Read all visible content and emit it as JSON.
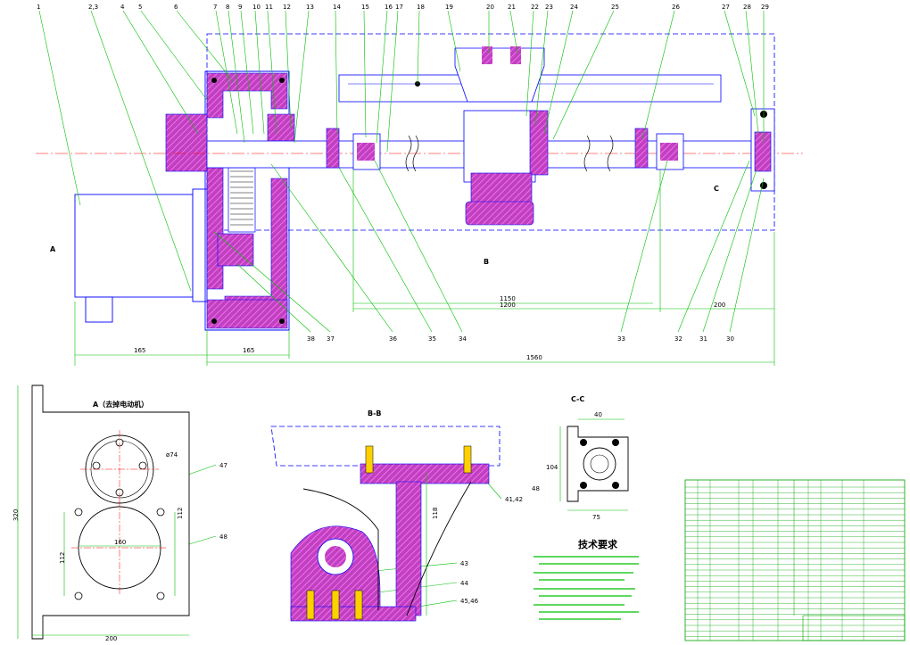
{
  "callouts": [
    "1",
    "2,3",
    "4",
    "5",
    "6",
    "7",
    "8",
    "9",
    "10",
    "11",
    "12",
    "13",
    "14",
    "15",
    "16",
    "17",
    "18",
    "19",
    "20",
    "21",
    "22",
    "23",
    "24",
    "25",
    "26",
    "27",
    "28",
    "29"
  ],
  "callouts_bottom": [
    "38",
    "37",
    "36",
    "35",
    "34",
    "33",
    "32",
    "31",
    "30"
  ],
  "callouts_detail": [
    "47",
    "48",
    "43",
    "44",
    "45,46",
    "41,42"
  ],
  "section_markers": {
    "A": "A",
    "B": "B",
    "C": "C"
  },
  "dims_main": {
    "d165a": "165",
    "d165b": "165",
    "d1560": "1560",
    "d1150": "1150",
    "d1200": "1200",
    "d200": "200"
  },
  "view_titles": {
    "a": "A（去掉电动机）",
    "bb": "B-B",
    "cc": "C-C"
  },
  "dims_a": {
    "d320": "320",
    "d200": "200",
    "d74": "ø74",
    "d112a": "112",
    "d112b": "112",
    "d160": "160"
  },
  "dims_b": {
    "d118": "118"
  },
  "dims_c": {
    "d40": "40",
    "d104": "104",
    "d75": "75",
    "d48": "48"
  },
  "tech_req": {
    "title": "技术要求"
  },
  "colors": {
    "outline": "#0000ff",
    "section": "#c000c0",
    "center": "#ff0000",
    "dim": "#00c000",
    "lead": "#00c000",
    "tb": "#00a000"
  }
}
